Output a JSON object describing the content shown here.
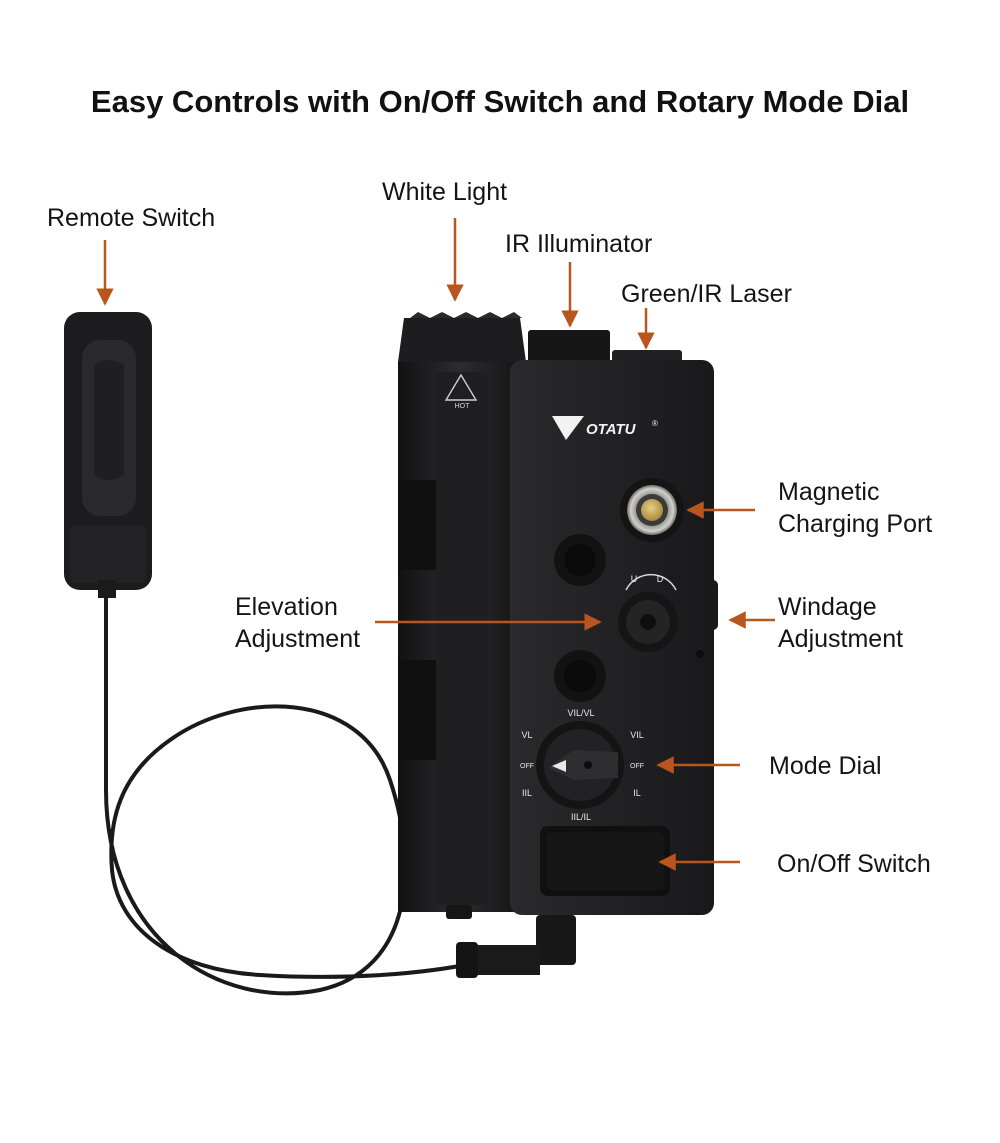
{
  "title": "Easy Controls with On/Off Switch and Rotary Mode Dial",
  "colors": {
    "arrow": "#b8561e",
    "device": "#1b1b1d",
    "text": "#141414"
  },
  "callouts": {
    "remote_switch": "Remote Switch",
    "white_light": "White Light",
    "ir_illuminator": "IR Illuminator",
    "green_ir_laser": "Green/IR Laser",
    "magnetic_charging_port": [
      "Magnetic",
      "Charging Port"
    ],
    "elevation_adjustment": [
      "Elevation",
      "Adjustment"
    ],
    "windage_adjustment": [
      "Windage",
      "Adjustment"
    ],
    "mode_dial": "Mode Dial",
    "on_off_switch": "On/Off Switch"
  },
  "device": {
    "brand": "OTATU",
    "brand_mark": "®",
    "hot_label": "HOT",
    "ud_up": "U",
    "ud_down": "D",
    "dial_positions": {
      "top": "VIL/VL",
      "upper_left": "VL",
      "left": "OFF",
      "lower_left": "IIL",
      "bottom": "IIL/IL",
      "upper_right": "VIL",
      "right": "OFF",
      "lower_right": "IL"
    }
  }
}
